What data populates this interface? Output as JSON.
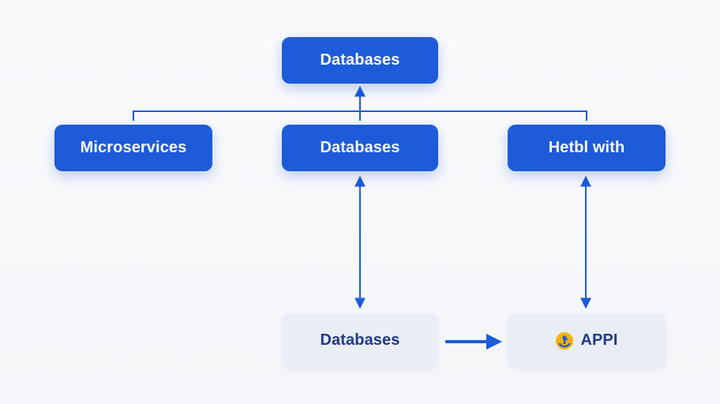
{
  "diagram": {
    "nodes": {
      "top": {
        "label": "Databases"
      },
      "left": {
        "label": "Microservices"
      },
      "middle": {
        "label": "Databases"
      },
      "right": {
        "label": "Hetbl with"
      },
      "bottom_left": {
        "label": "Databases"
      },
      "bottom_right": {
        "label": "APPI",
        "icon": "app-logo-icon"
      }
    },
    "colors": {
      "primary_node": "#1d5bd8",
      "secondary_node": "#e9eef6",
      "connector": "#1d5bd8",
      "logo_yellow": "#f5b400",
      "logo_blue": "#1d5bd8"
    }
  }
}
